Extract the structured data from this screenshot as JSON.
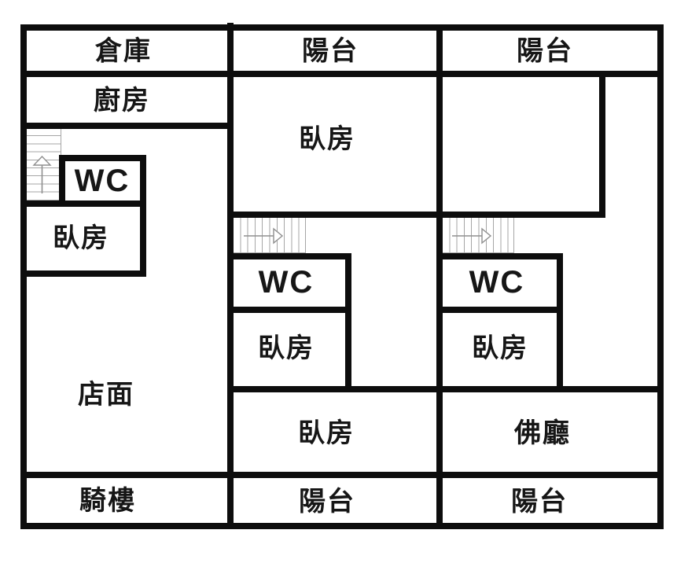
{
  "plan": {
    "kind": "residential floor plan",
    "language": "zh-TW"
  },
  "rooms": {
    "storage": "倉庫",
    "kitchen": "廚房",
    "wc_left": "WC",
    "bedroom_left": "臥房",
    "storefront": "店面",
    "arcade": "騎樓",
    "balcony_top_middle": "陽台",
    "bedroom_top_middle": "臥房",
    "wc_middle": "WC",
    "bedroom_middle": "臥房",
    "bedroom_bottom_middle": "臥房",
    "balcony_bottom_middle": "陽台",
    "balcony_top_right": "陽台",
    "wc_right": "WC",
    "bedroom_right": "臥房",
    "buddha_hall": "佛廳",
    "balcony_bottom_right": "陽台"
  },
  "icons": {
    "left_staircase": "stairs-up-arrow-icon",
    "middle_staircase": "stairs-right-arrow-icon",
    "right_staircase": "stairs-right-arrow-icon"
  },
  "colors": {
    "wall": "#0d0d0d",
    "stair_line": "#a6a6a6",
    "arrow": "#8f8f8f",
    "text": "#161616",
    "background": "#ffffff"
  }
}
